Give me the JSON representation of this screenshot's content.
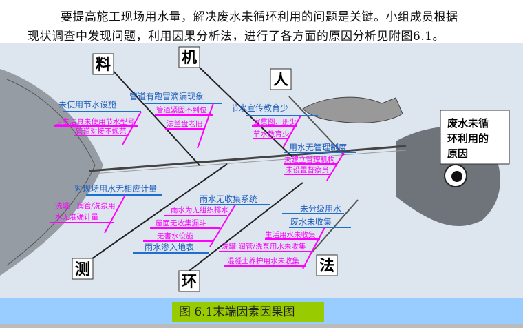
{
  "paragraph": {
    "line1": "要提高施工现场用水量，解决废水未循环利用的问题是关键。小组成员根据",
    "line2": "现状调查中发现问题，利用因果分析法，进行了各方面的原因分析见附图6.1。"
  },
  "diagram": {
    "effect": [
      "废水未循",
      "环利用的",
      "原因"
    ],
    "categories": {
      "material": "料",
      "machine": "机",
      "man": "人",
      "measure": "测",
      "environment": "环",
      "method": "法"
    },
    "material": {
      "causes": [
        {
          "label": "未使用节水设施",
          "subs": [
            "卫生洁具未使用节水型号",
            "管道对接不规范"
          ]
        }
      ]
    },
    "machine": {
      "causes": [
        {
          "label": "管道有跑冒滴漏现象",
          "subs": [
            "管道紧固不到位",
            "法兰盘老旧"
          ]
        }
      ]
    },
    "man": {
      "causes": [
        {
          "label": "节水宣传教育少",
          "subs": [
            "宣贯图、册少",
            "节水教育少"
          ]
        },
        {
          "label": "用水无管理制度",
          "subs": [
            "未建立管理机构",
            "未设置督察员"
          ]
        }
      ]
    },
    "measure": {
      "causes": [
        {
          "label": "对现场用水无相应计量",
          "subs": [
            "洗罐　润管/洗泵用",
            "水无准确计量"
          ]
        }
      ]
    },
    "environment": {
      "causes": [
        {
          "label": "雨水无收集系统",
          "subs": [
            "雨水为无组织排水",
            "屋面无收集漏斗",
            "无害水设施"
          ]
        },
        {
          "label": "雨水渗入地表",
          "subs": []
        }
      ]
    },
    "method": {
      "causes": [
        {
          "label": "未分级用水",
          "subs": []
        },
        {
          "label": "废水未收集",
          "subs": [
            "生活用水未收集",
            "洗罐 润管/洗泵用水未收集",
            "混凝土养护用水未收集"
          ]
        }
      ]
    },
    "colors": {
      "cause": "#1f5fbf",
      "sub_cause": "#ff00ff",
      "caption_bg": "#99cc00",
      "band_bg": "#99ccff"
    }
  },
  "caption": "图 6.1末端因素因果图"
}
